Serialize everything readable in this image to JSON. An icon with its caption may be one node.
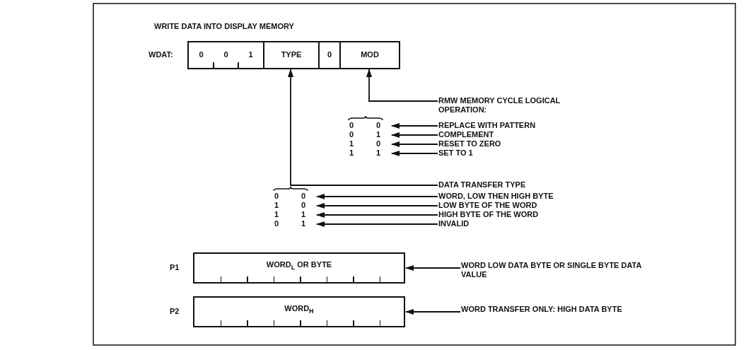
{
  "diagram": {
    "title": "WRITE DATA INTO DISPLAY MEMORY",
    "nodes": [
      {
        "text": [
          "WDAT:"
        ]
      },
      {
        "text": [
          "0"
        ],
        "in": 0
      },
      {
        "text": [
          "0"
        ],
        "in": 0
      },
      {
        "text": [
          "1"
        ],
        "in": 0
      },
      {
        "text": [
          "TYPE"
        ],
        "in": 0
      },
      {
        "text": [
          "0"
        ],
        "in": 0
      },
      {
        "text": [
          "MOD"
        ],
        "in": 0
      },
      {
        "text": [
          "RMW MEMORY CYCLE LOGICAL OPERATION:"
        ]
      },
      {
        "text": [
          "0",
          "0"
        ]
      },
      {
        "text": [
          "REPLACE WITH PATTERN"
        ]
      },
      {
        "text": [
          "0",
          "1"
        ]
      },
      {
        "text": [
          "COMPLEMENT"
        ]
      },
      {
        "text": [
          "1",
          "0"
        ]
      },
      {
        "text": [
          "RESET TO ZERO"
        ]
      },
      {
        "text": [
          "1",
          "1"
        ]
      },
      {
        "text": [
          "SET TO 1"
        ]
      },
      {
        "text": [
          "DATA TRANSFER TYPE"
        ]
      },
      {
        "text": [
          "0",
          "0"
        ]
      },
      {
        "text": [
          "WORD, LOW THEN HIGH BYTE"
        ]
      },
      {
        "text": [
          "1",
          "0"
        ]
      },
      {
        "text": [
          "LOW BYTE OF THE WORD"
        ]
      },
      {
        "text": [
          "1",
          "1"
        ]
      },
      {
        "text": [
          "HIGH BYTE OF THE WORD"
        ]
      },
      {
        "text": [
          "0",
          "1"
        ]
      },
      {
        "text": [
          "INVALID"
        ]
      },
      {
        "text": [
          "P1",
          "WORD$_{L}$ OR BYTE"
        ]
      },
      {
        "text": [
          "WORD LOW DATA BYTE OR SINGLE BYTE DATA VALUE"
        ]
      },
      {
        "text": [
          "P2",
          "WORD$_{H}$"
        ]
      },
      {
        "text": [
          "WORD TRANSFER ONLY: HIGH DATA BYTE"
        ]
      }
    ],
    "edges": [
      {
        "from": 7,
        "to": 6,
        "arrow": "to"
      },
      {
        "from": 9,
        "to": 8,
        "arrow": "to"
      },
      {
        "from": 11,
        "to": 10,
        "arrow": "to"
      },
      {
        "from": 13,
        "to": 12,
        "arrow": "to"
      },
      {
        "from": 15,
        "to": 14,
        "arrow": "to"
      },
      {
        "from": 16,
        "to": 4,
        "arrow": "to"
      },
      {
        "from": 18,
        "to": 17,
        "arrow": "to"
      },
      {
        "from": 20,
        "to": 19,
        "arrow": "to"
      },
      {
        "from": 22,
        "to": 21,
        "arrow": "to"
      },
      {
        "from": 24,
        "to": 23,
        "arrow": "to"
      },
      {
        "from": 26,
        "to": 25,
        "arrow": "to"
      },
      {
        "from": 28,
        "to": 27,
        "arrow": "to"
      }
    ]
  }
}
